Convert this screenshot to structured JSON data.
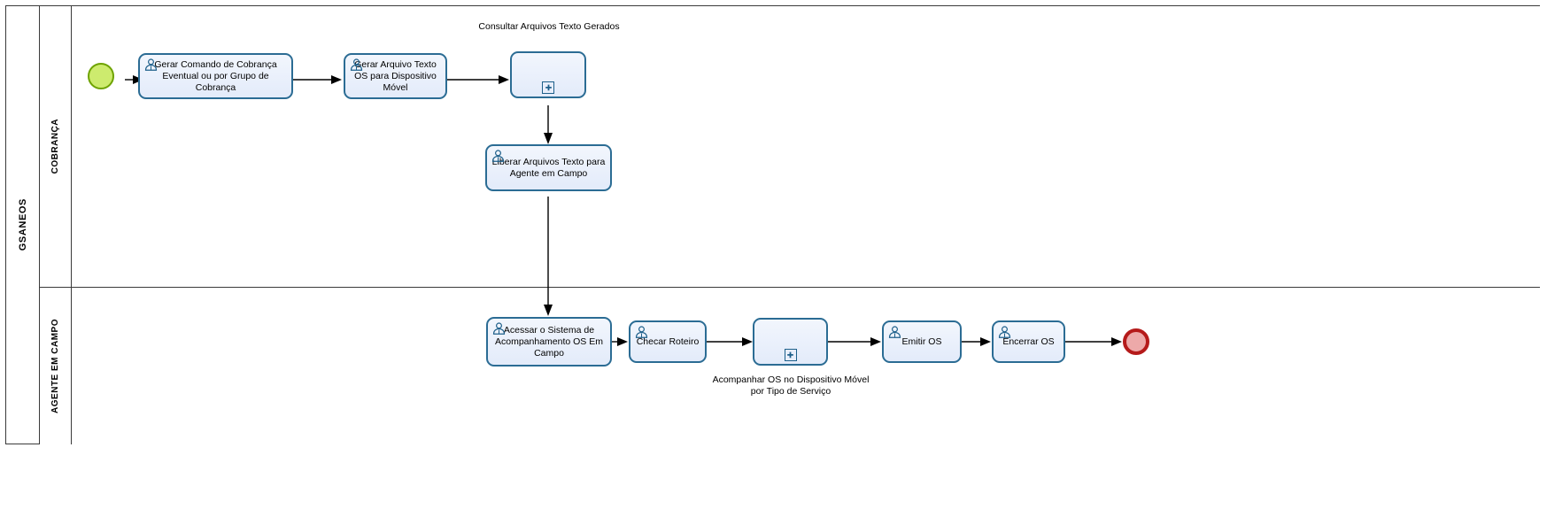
{
  "diagram": {
    "type": "bpmn-process",
    "pool": {
      "name": "GSANEOS"
    },
    "lanes": [
      {
        "id": "cobranca",
        "name": "COBRANÇA"
      },
      {
        "id": "agente",
        "name": "AGENTE EM CAMPO"
      }
    ],
    "events": [
      {
        "id": "start",
        "kind": "start-event",
        "lane": "cobranca",
        "label": ""
      },
      {
        "id": "end",
        "kind": "end-event",
        "lane": "agente",
        "label": ""
      }
    ],
    "tasks": [
      {
        "id": "t1",
        "kind": "user-task",
        "lane": "cobranca",
        "label": "Gerar Comando de Cobrança Eventual ou por Grupo de Cobrança",
        "icon": "user-task-icon"
      },
      {
        "id": "t2",
        "kind": "user-task",
        "lane": "cobranca",
        "label": "Gerar Arquivo Texto OS para Dispositivo Móvel",
        "icon": "user-task-icon"
      },
      {
        "id": "sp1",
        "kind": "collapsed-subprocess",
        "lane": "cobranca",
        "label": "Consultar Arquivos Texto Gerados",
        "marker": "plus-marker",
        "label_position": "above"
      },
      {
        "id": "t3",
        "kind": "user-task",
        "lane": "cobranca",
        "label": "Liberar Arquivos Texto para Agente em Campo",
        "icon": "user-task-icon"
      },
      {
        "id": "t4",
        "kind": "user-task",
        "lane": "agente",
        "label": "Acessar o Sistema de Acompanhamento OS Em Campo",
        "icon": "user-task-icon"
      },
      {
        "id": "t5",
        "kind": "user-task",
        "lane": "agente",
        "label": "Checar Roteiro",
        "icon": "user-task-icon"
      },
      {
        "id": "sp2",
        "kind": "collapsed-subprocess",
        "lane": "agente",
        "label": "Acompanhar OS no Dispositivo Móvel por Tipo de Serviço",
        "marker": "plus-marker",
        "label_position": "below"
      },
      {
        "id": "t6",
        "kind": "user-task",
        "lane": "agente",
        "label": "Emitir OS",
        "icon": "user-task-icon"
      },
      {
        "id": "t7",
        "kind": "user-task",
        "lane": "agente",
        "label": "Encerrar OS",
        "icon": "user-task-icon"
      }
    ],
    "sequence_flows": [
      {
        "from": "start",
        "to": "t1"
      },
      {
        "from": "t1",
        "to": "t2"
      },
      {
        "from": "t2",
        "to": "sp1"
      },
      {
        "from": "sp1",
        "to": "t3"
      },
      {
        "from": "t3",
        "to": "t4"
      },
      {
        "from": "t4",
        "to": "t5"
      },
      {
        "from": "t5",
        "to": "sp2"
      },
      {
        "from": "sp2",
        "to": "t6"
      },
      {
        "from": "t6",
        "to": "t7"
      },
      {
        "from": "t7",
        "to": "end"
      }
    ],
    "colors": {
      "task_fill": "#e8eefb",
      "task_border": "#2b6c94",
      "start_fill": "#cdeb6e",
      "start_border": "#6ea300",
      "end_fill": "#eda9a9",
      "end_border": "#b51a1a",
      "pool_border": "#3a3a3a",
      "flow_stroke": "#000000",
      "icon_color": "#1d5f8a"
    }
  }
}
